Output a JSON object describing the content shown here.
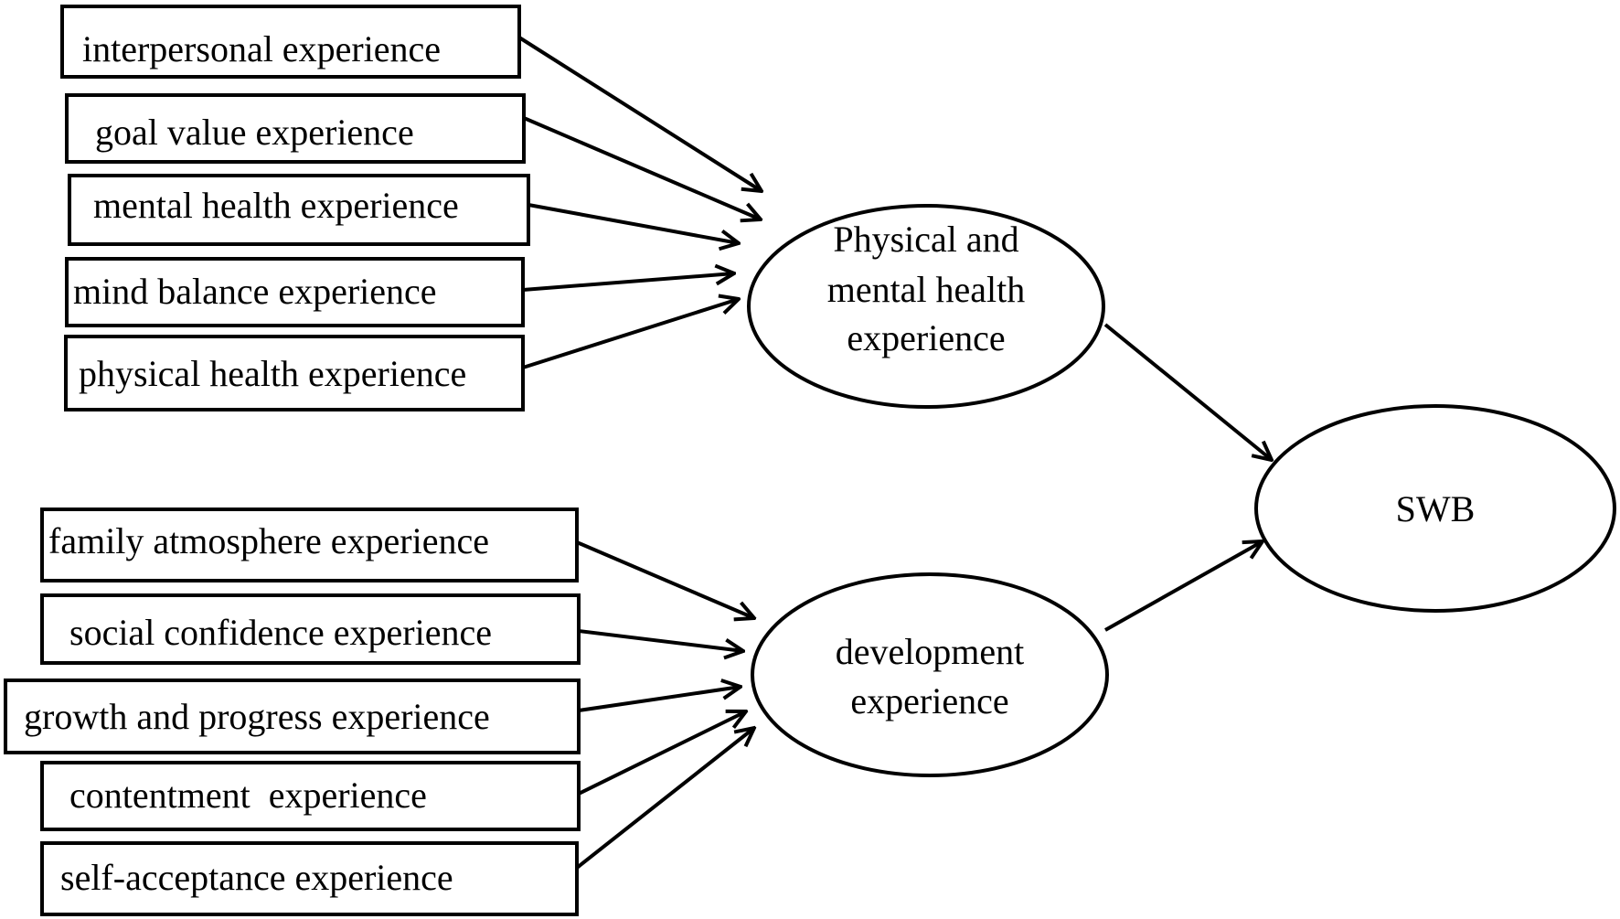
{
  "group_physical": {
    "node_label": [
      "Physical and",
      "mental health",
      "experience"
    ],
    "items": [
      "interpersonal experience",
      "goal value experience",
      "mental health experience",
      "mind balance experience",
      "physical health experience"
    ]
  },
  "group_development": {
    "node_label": [
      "development",
      "experience"
    ],
    "items": [
      "family atmosphere experience",
      "social confidence experience",
      "growth and progress experience",
      "contentment  experience",
      "self-acceptance experience"
    ]
  },
  "outcome": {
    "label": "SWB"
  },
  "edges": [
    [
      "interpersonal experience",
      "Physical and mental health experience"
    ],
    [
      "goal value experience",
      "Physical and mental health experience"
    ],
    [
      "mental health experience",
      "Physical and mental health experience"
    ],
    [
      "mind balance experience",
      "Physical and mental health experience"
    ],
    [
      "physical health experience",
      "Physical and mental health experience"
    ],
    [
      "family atmosphere experience",
      "development experience"
    ],
    [
      "social confidence experience",
      "development experience"
    ],
    [
      "growth and progress experience",
      "development experience"
    ],
    [
      "contentment  experience",
      "development experience"
    ],
    [
      "self-acceptance experience",
      "development experience"
    ],
    [
      "Physical and mental health experience",
      "SWB"
    ],
    [
      "development experience",
      "SWB"
    ]
  ]
}
